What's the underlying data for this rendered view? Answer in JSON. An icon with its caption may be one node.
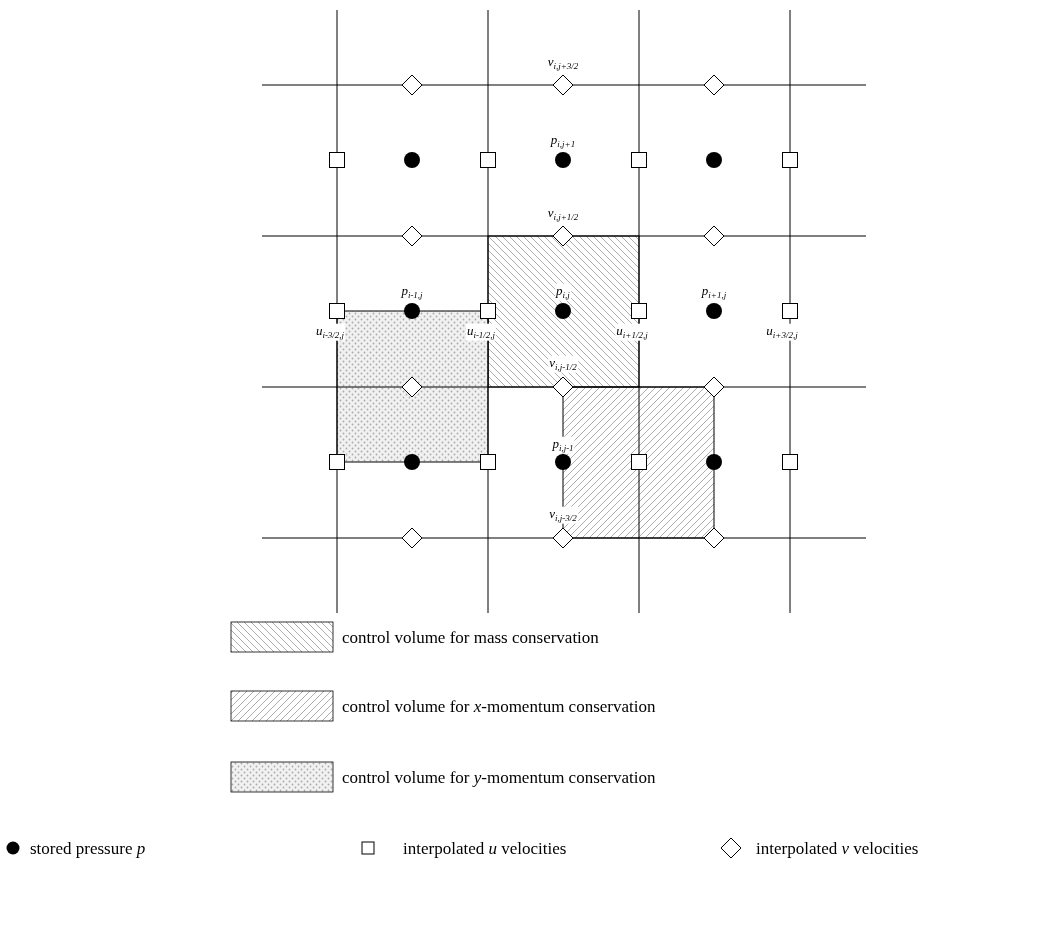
{
  "diagram": {
    "labels": [
      "v$_{i,j+3/2}$",
      "p$_{i,j+1}$",
      "v$_{i,j+1/2}$",
      "p$_{i-1,j}$",
      "p$_{i,j}$",
      "p$_{i+1,j}$",
      "u$_{i-3/2,j}$",
      "u$_{i-1/2,j}$",
      "u$_{i+1/2,j}$",
      "u$_{i+3/2,j}$",
      "v$_{i,j-1/2}$",
      "p$_{i,j-1}$",
      "v$_{i,j-3/2}$"
    ],
    "legend": [
      {
        "text": "control volume for mass conservation"
      },
      {
        "text": "control volume for *x*-momentum conservation"
      },
      {
        "text": "control volume for *y*-momentum conservation"
      },
      {
        "text": "stored pressure *p*"
      },
      {
        "text": "interpolated *u* velocities"
      },
      {
        "text": "interpolated *v* velocities"
      }
    ]
  }
}
